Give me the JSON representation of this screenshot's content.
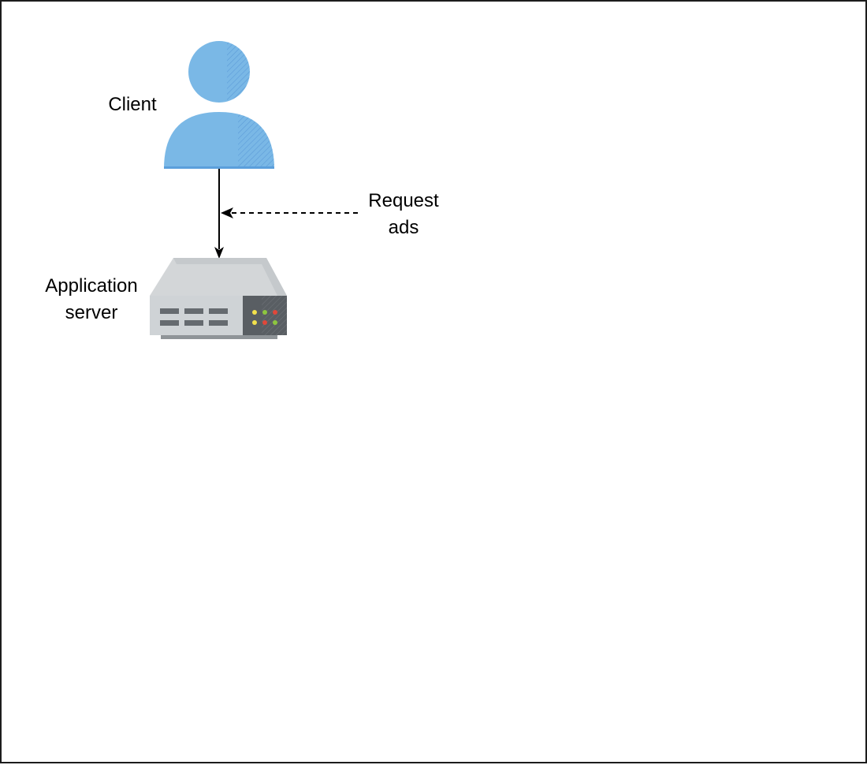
{
  "diagram": {
    "nodes": [
      {
        "id": "client",
        "label": "Client",
        "icon": "user-icon",
        "color": "#7ab8e6"
      },
      {
        "id": "app_server",
        "label": "Application\nserver",
        "icon": "server-icon",
        "color": "#cfd3d6"
      }
    ],
    "edges": [
      {
        "from": "client",
        "to": "app_server",
        "style": "solid",
        "label": ""
      }
    ],
    "annotations": [
      {
        "text": "Request\nads",
        "points_to": "client-to-server-edge",
        "style": "dashed-arrow"
      }
    ]
  }
}
